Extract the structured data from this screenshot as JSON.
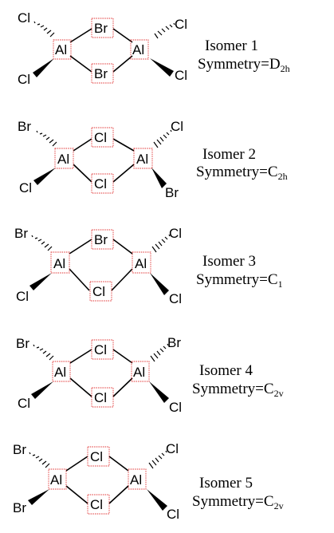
{
  "isomers": [
    {
      "caption": "Isomer 1",
      "symmetry_prefix": "Symmetry=",
      "symmetry_main": "D",
      "symmetry_sub": "2h",
      "left_metal": "Al",
      "right_metal": "Al",
      "bridge_top": "Br",
      "bridge_bottom": "Br",
      "left_top": "Cl",
      "left_bottom": "Cl",
      "right_top": "Cl",
      "right_bottom": "Cl"
    },
    {
      "caption": "Isomer 2",
      "symmetry_prefix": "Symmetry=",
      "symmetry_main": "C",
      "symmetry_sub": "2h",
      "left_metal": "Al",
      "right_metal": "Al",
      "bridge_top": "Cl",
      "bridge_bottom": "Cl",
      "left_top": "Br",
      "left_bottom": "Cl",
      "right_top": "Cl",
      "right_bottom": "Br"
    },
    {
      "caption": "Isomer 3",
      "symmetry_prefix": "Symmetry=",
      "symmetry_main": "C",
      "symmetry_sub": "1",
      "left_metal": "Al",
      "right_metal": "Al",
      "bridge_top": "Br",
      "bridge_bottom": "Cl",
      "left_top": "Br",
      "left_bottom": "Cl",
      "right_top": "Cl",
      "right_bottom": "Cl"
    },
    {
      "caption": "Isomer 4",
      "symmetry_prefix": "Symmetry=",
      "symmetry_main": "C",
      "symmetry_sub": "2v",
      "left_metal": "Al",
      "right_metal": "Al",
      "bridge_top": "Cl",
      "bridge_bottom": "Cl",
      "left_top": "Br",
      "left_bottom": "Cl",
      "right_top": "Br",
      "right_bottom": "Cl"
    },
    {
      "caption": "Isomer 5",
      "symmetry_prefix": "Symmetry=",
      "symmetry_main": "C",
      "symmetry_sub": "2v",
      "left_metal": "Al",
      "right_metal": "Al",
      "bridge_top": "Cl",
      "bridge_bottom": "Cl",
      "left_top": "Br",
      "left_bottom": "Br",
      "right_top": "Cl",
      "right_bottom": "Cl"
    }
  ]
}
